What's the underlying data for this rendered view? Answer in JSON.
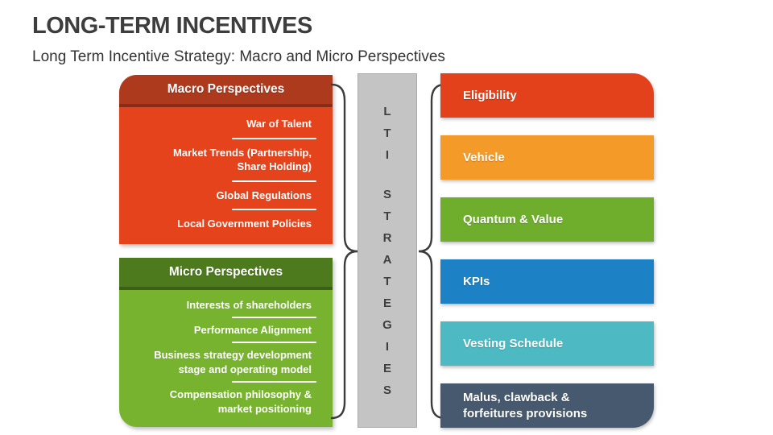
{
  "page": {
    "title": "LONG-TERM INCENTIVES",
    "subtitle": "Long Term Incentive Strategy: Macro and Micro Perspectives"
  },
  "macro": {
    "header": "Macro Perspectives",
    "header_color": "#ae3a1e",
    "body_color": "#e5431c",
    "items": [
      "War of Talent",
      "Market Trends (Partnership,\nShare Holding)",
      "Global Regulations",
      "Local Government Policies"
    ]
  },
  "micro": {
    "header": "Micro Perspectives",
    "header_color": "#4e7a1e",
    "body_color": "#77b32e",
    "items": [
      "Interests of shareholders",
      "Performance Alignment",
      "Business strategy development\nstage and operating model",
      "Compensation philosophy &\nmarket positioning"
    ]
  },
  "center": {
    "word1": "LTI",
    "word2": "STRATEGIES",
    "bar_color": "#c4c4c4",
    "letter_color": "#3f3f3f"
  },
  "strategies": [
    {
      "label": "Eligibility",
      "color": "#e2411b"
    },
    {
      "label": "Vehicle",
      "color": "#f49a28"
    },
    {
      "label": "Quantum & Value",
      "color": "#6fad2d"
    },
    {
      "label": "KPIs",
      "color": "#1d82c5"
    },
    {
      "label": "Vesting Schedule",
      "color": "#4cb9c3"
    },
    {
      "label": "Malus, clawback &\nforfeitures provisions",
      "color": "#47596e"
    }
  ]
}
